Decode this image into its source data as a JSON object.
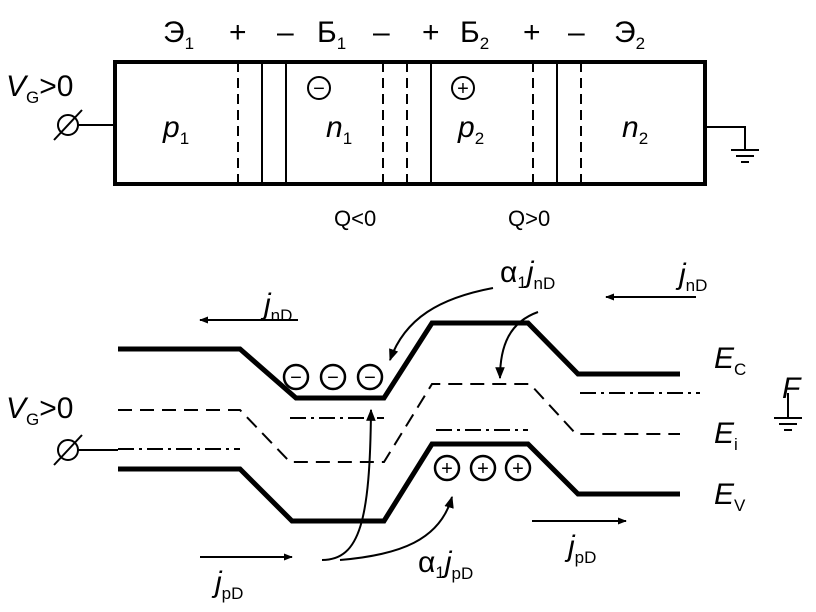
{
  "structure": {
    "gate_label": {
      "main": "V",
      "sub": "G",
      "rest": ">0"
    },
    "top_signs": [
      {
        "main": "Э",
        "sub": "1"
      },
      {
        "main": "+",
        "sub": ""
      },
      {
        "main": "–",
        "sub": ""
      },
      {
        "main": "Б",
        "sub": "1"
      },
      {
        "main": "–",
        "sub": ""
      },
      {
        "main": "+",
        "sub": ""
      },
      {
        "main": "Б",
        "sub": "2"
      },
      {
        "main": "+",
        "sub": ""
      },
      {
        "main": "–",
        "sub": ""
      },
      {
        "main": "Э",
        "sub": "2"
      }
    ],
    "regions": [
      {
        "main": "p",
        "sub": "1"
      },
      {
        "main": "n",
        "sub": "1"
      },
      {
        "main": "p",
        "sub": "2"
      },
      {
        "main": "n",
        "sub": "2"
      }
    ],
    "charge_symbols": [
      "−",
      "+"
    ],
    "charge_labels": [
      "Q<0",
      "Q>0"
    ]
  },
  "band": {
    "gate_label": {
      "main": "V",
      "sub": "G",
      "rest": ">0"
    },
    "levels": [
      {
        "main": "E",
        "sub": "C"
      },
      {
        "main": "E",
        "sub": "i"
      },
      {
        "main": "E",
        "sub": "V"
      }
    ],
    "fermi": "F",
    "electrons": [
      "−",
      "−",
      "−"
    ],
    "holes": [
      "+",
      "+",
      "+"
    ],
    "currents": {
      "jn_left": {
        "main": "j",
        "sub": "nD"
      },
      "jn_right": {
        "main": "j",
        "sub": "nD"
      },
      "alpha_jn": {
        "alpha": "α",
        "alpha_sub": "1",
        "main": "j",
        "sub": "nD"
      },
      "jp_left": {
        "main": "j",
        "sub": "pD"
      },
      "jp_right": {
        "main": "j",
        "sub": "pD"
      },
      "alpha_jp": {
        "alpha": "α",
        "alpha_sub": "1",
        "main": "j",
        "sub": "pD"
      }
    }
  }
}
